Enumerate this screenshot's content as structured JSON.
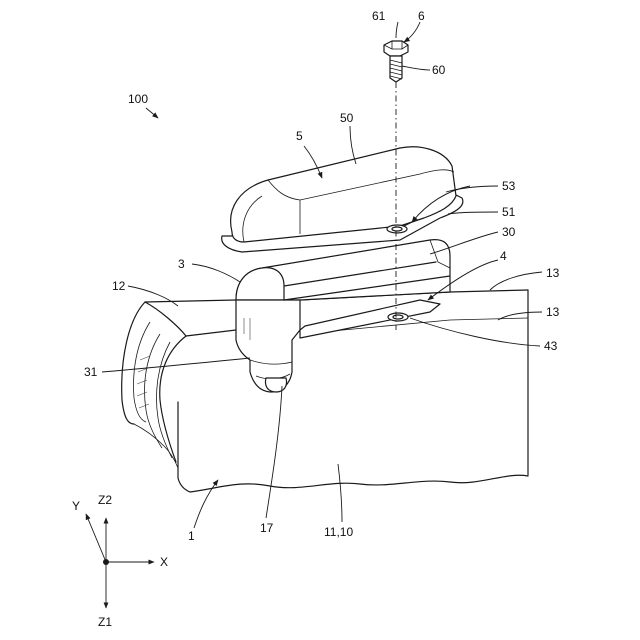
{
  "labels": {
    "l100": "100",
    "l61": "61",
    "l6": "6",
    "l60": "60",
    "l5": "5",
    "l50": "50",
    "l53": "53",
    "l51": "51",
    "l30": "30",
    "l3": "3",
    "l4": "4",
    "l13a": "13",
    "l12": "12",
    "l13b": "13",
    "l43": "43",
    "l31": "31",
    "l1": "1",
    "l17": "17",
    "l1110": "11,10"
  },
  "axes": {
    "y": "Y",
    "z2": "Z2",
    "x": "X",
    "z1": "Z1"
  }
}
